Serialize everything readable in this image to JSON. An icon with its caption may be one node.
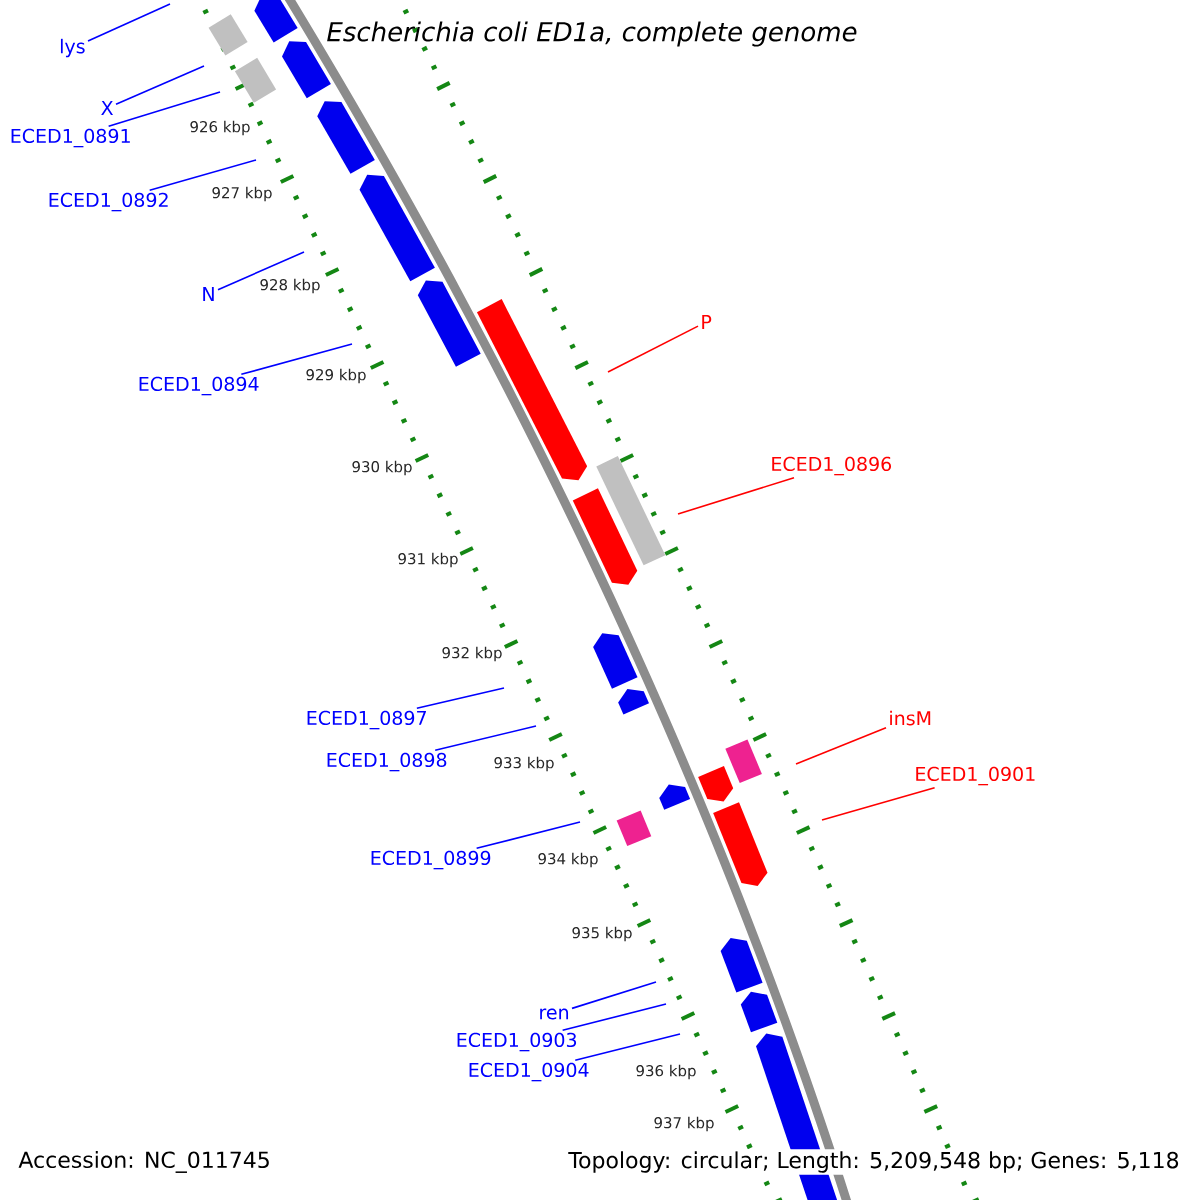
{
  "diagram": {
    "title": "Escherichia coli ED1a, complete genome",
    "nodes": [
      {
        "text": [
          "lys"
        ]
      },
      {
        "text": [
          "X"
        ]
      },
      {
        "text": [
          "ECED1_0891"
        ]
      },
      {
        "text": [
          "ECED1_0892"
        ]
      },
      {
        "text": [
          "N"
        ]
      },
      {
        "text": [
          "ECED1_0894"
        ]
      },
      {
        "text": [
          "ECED1_0897"
        ]
      },
      {
        "text": [
          "ECED1_0898"
        ]
      },
      {
        "text": [
          "ECED1_0899"
        ]
      },
      {
        "text": [
          "ren"
        ]
      },
      {
        "text": [
          "ECED1_0903"
        ]
      },
      {
        "text": [
          "ECED1_0904"
        ]
      },
      {
        "text": [
          "P"
        ]
      },
      {
        "text": [
          "ECED1_0896"
        ]
      },
      {
        "text": [
          "insM"
        ]
      },
      {
        "text": [
          "ECED1_0901"
        ]
      }
    ],
    "edges": [
      {
        "from": 0,
        "to": null,
        "arrow": "none"
      },
      {
        "from": 1,
        "to": null,
        "arrow": "none"
      },
      {
        "from": 2,
        "to": null,
        "arrow": "none"
      },
      {
        "from": 3,
        "to": null,
        "arrow": "none"
      },
      {
        "from": 4,
        "to": null,
        "arrow": "none"
      },
      {
        "from": 5,
        "to": null,
        "arrow": "none"
      },
      {
        "from": 6,
        "to": null,
        "arrow": "none"
      },
      {
        "from": 7,
        "to": null,
        "arrow": "none"
      },
      {
        "from": 8,
        "to": null,
        "arrow": "none"
      },
      {
        "from": 9,
        "to": null,
        "arrow": "none"
      },
      {
        "from": 10,
        "to": null,
        "arrow": "none"
      },
      {
        "from": 11,
        "to": null,
        "arrow": "none"
      },
      {
        "from": 12,
        "to": null,
        "arrow": "none",
        "color": "#ff0000"
      },
      {
        "from": 13,
        "to": null,
        "arrow": "none",
        "color": "#ff0000"
      },
      {
        "from": 14,
        "to": null,
        "arrow": "none",
        "color": "#ff0000"
      },
      {
        "from": 15,
        "to": null,
        "arrow": "none",
        "color": "#ff0000"
      }
    ],
    "labels": [
      "926 kbp",
      "927 kbp",
      "928 kbp",
      "929 kbp",
      "930 kbp",
      "931 kbp",
      "932 kbp",
      "933 kbp",
      "934 kbp",
      "935 kbp",
      "936 kbp",
      "937 kbp",
      "Accession: NC_011745",
      "Topology: circular; Length: 5,209,548 bp; Genes: 5,118"
    ]
  }
}
